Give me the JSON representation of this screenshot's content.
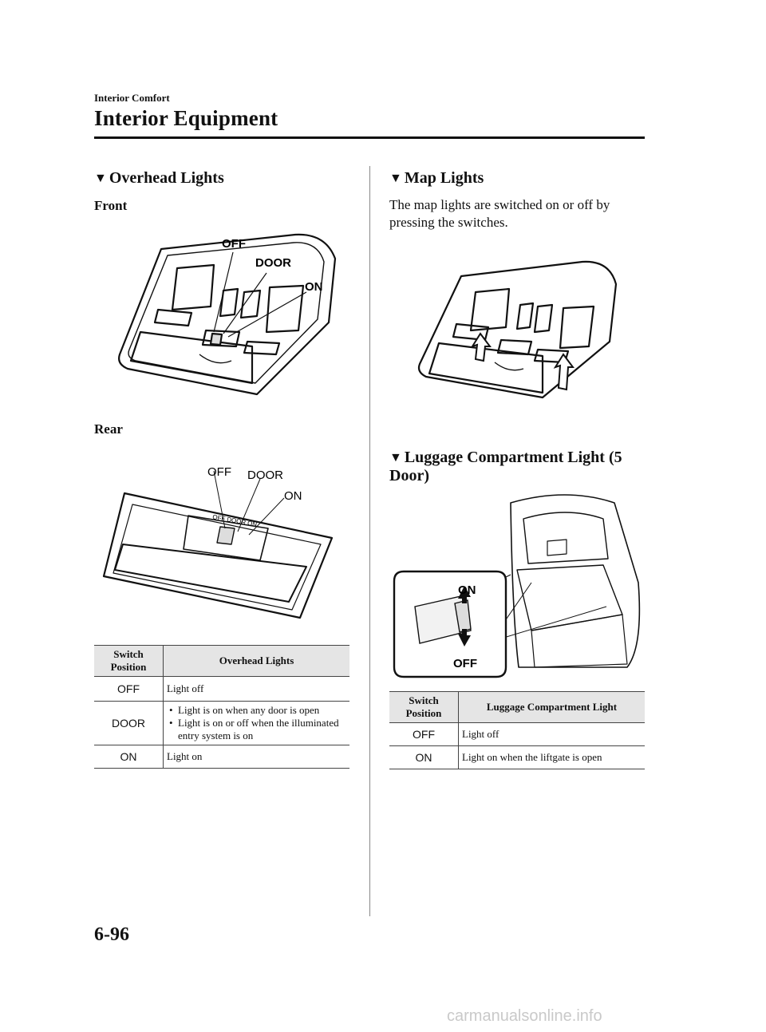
{
  "header": {
    "section": "Interior Comfort",
    "title": "Interior Equipment"
  },
  "left": {
    "overhead": {
      "heading": "Overhead Lights",
      "front_label": "Front",
      "rear_label": "Rear",
      "front_callouts": {
        "off": "OFF",
        "door": "DOOR",
        "on": "ON"
      },
      "rear_callouts": {
        "off": "OFF",
        "door": "DOOR",
        "on": "ON"
      },
      "table": {
        "col1": "Switch Position",
        "col2": "Overhead Lights",
        "rows": [
          {
            "pos": "OFF",
            "desc": "Light off"
          },
          {
            "pos": "DOOR",
            "bullets": [
              "Light is on when any door is open",
              "Light is on or off when the illuminated entry system is on"
            ]
          },
          {
            "pos": "ON",
            "desc": "Light on"
          }
        ]
      }
    }
  },
  "right": {
    "map": {
      "heading": "Map Lights",
      "text": "The map lights are switched on or off by pressing the switches."
    },
    "luggage": {
      "heading": "Luggage Compartment Light (5 Door)",
      "callouts": {
        "on": "ON",
        "off": "OFF"
      },
      "table": {
        "col1": "Switch Position",
        "col2": "Luggage Compartment Light",
        "rows": [
          {
            "pos": "OFF",
            "desc": "Light off"
          },
          {
            "pos": "ON",
            "desc": "Light on when the liftgate is open"
          }
        ]
      }
    }
  },
  "footer": {
    "page_number": "6-96",
    "watermark": "carmanualsonline.info"
  }
}
